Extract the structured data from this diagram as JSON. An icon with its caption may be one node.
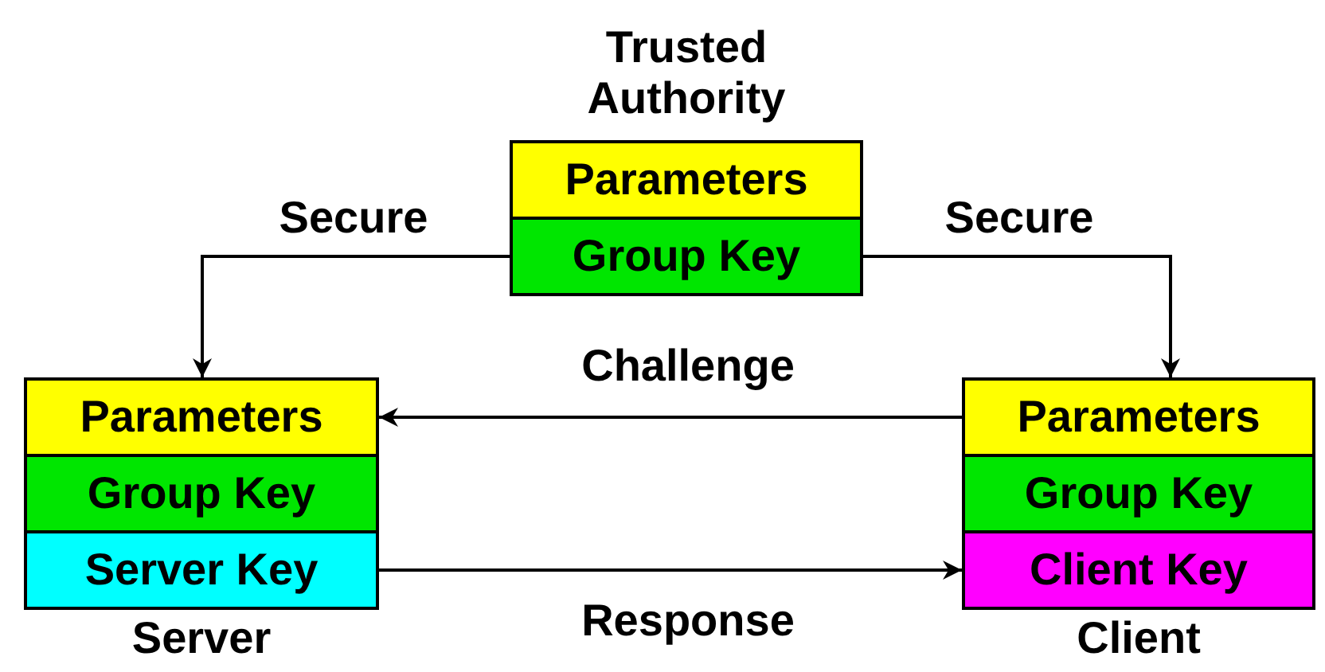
{
  "diagram": {
    "nodes": [
      {
        "text": [
          "Trusted Authority"
        ]
      },
      {
        "text": [
          "Parameters"
        ],
        "in": 0
      },
      {
        "text": [
          "Group Key"
        ],
        "in": 0
      },
      {
        "text": [
          "Server"
        ]
      },
      {
        "text": [
          "Parameters"
        ],
        "in": 3
      },
      {
        "text": [
          "Group Key"
        ],
        "in": 3
      },
      {
        "text": [
          "Server Key"
        ],
        "in": 3
      },
      {
        "text": [
          "Client"
        ]
      },
      {
        "text": [
          "Parameters"
        ],
        "in": 7
      },
      {
        "text": [
          "Group Key"
        ],
        "in": 7
      },
      {
        "text": [
          "Client Key"
        ],
        "in": 7
      }
    ],
    "edges": [
      {
        "from": 2,
        "to": 4,
        "arrow": "to",
        "label": "Secure"
      },
      {
        "from": 2,
        "to": 8,
        "arrow": "to",
        "label": "Secure"
      },
      {
        "from": 8,
        "to": 4,
        "arrow": "to",
        "label": "Challenge"
      },
      {
        "from": 6,
        "to": 10,
        "arrow": "to",
        "label": "Response"
      }
    ]
  }
}
